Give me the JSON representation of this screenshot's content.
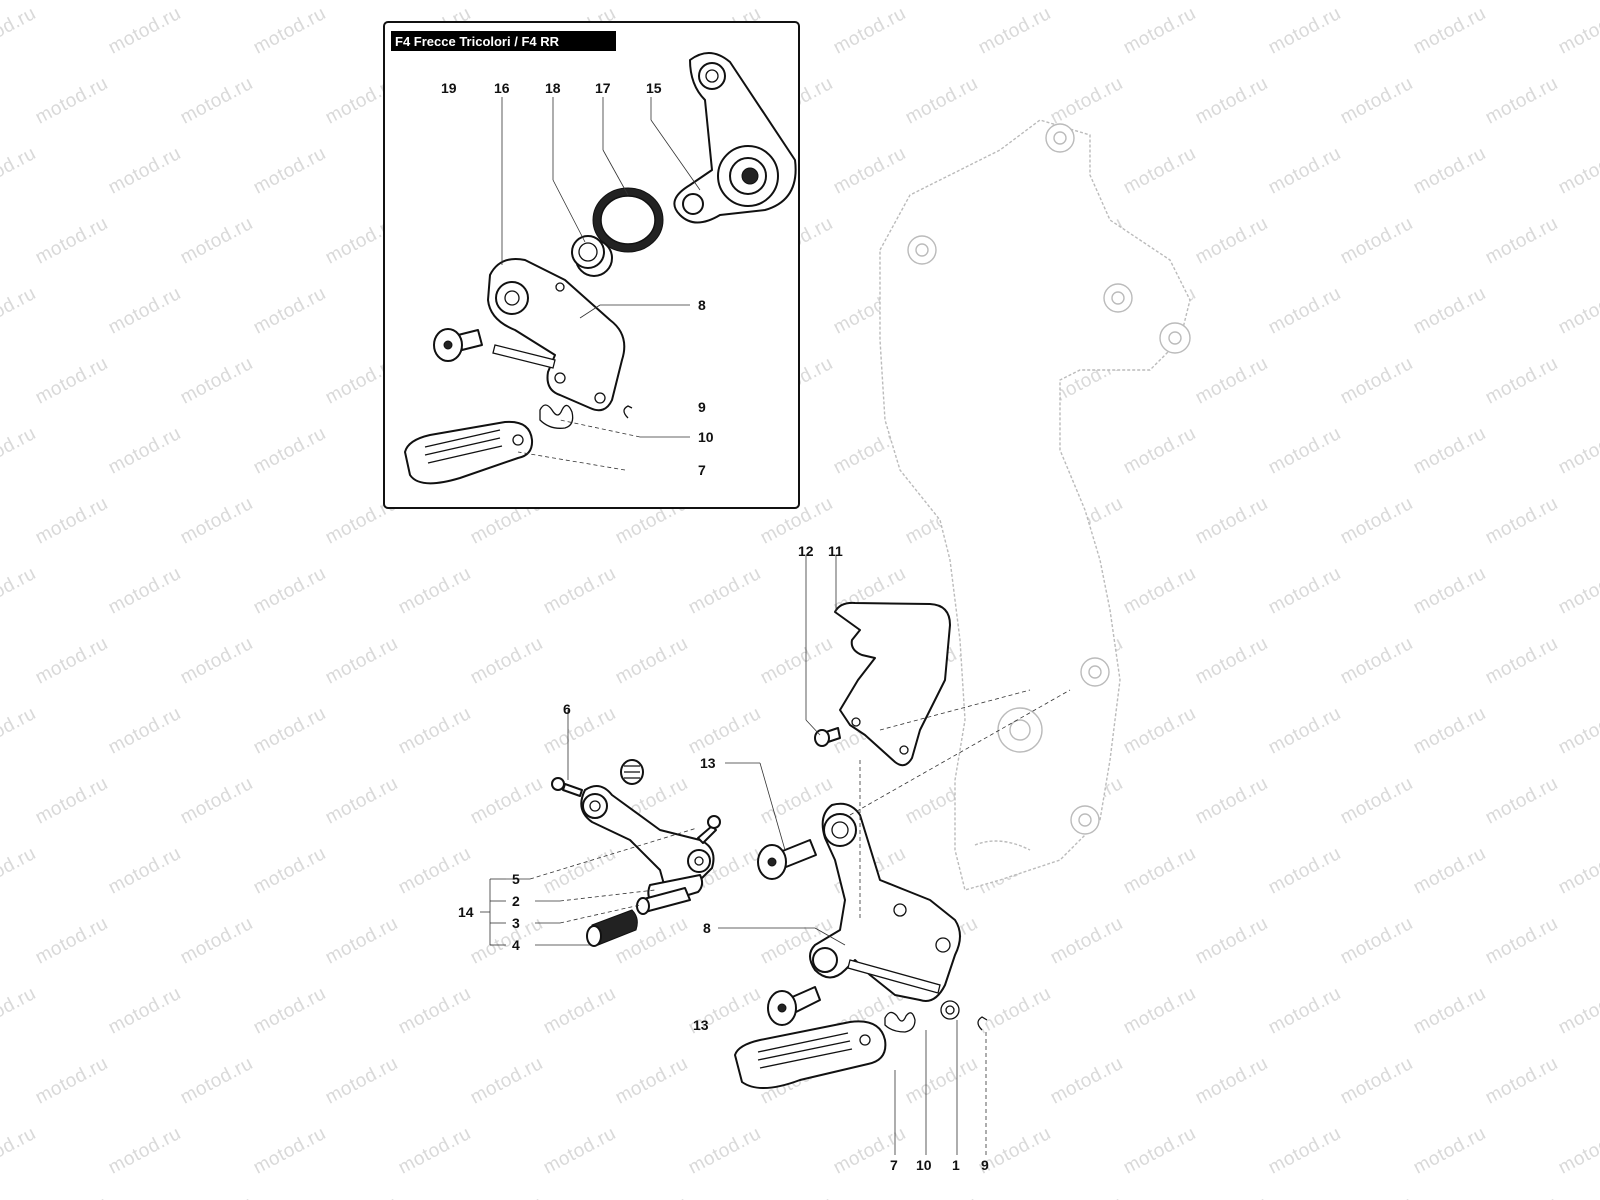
{
  "watermark": "motod.ru",
  "inset": {
    "title": "F4 Frecce Tricolori / F4 RR"
  },
  "callouts": {
    "inset_top": [
      "19",
      "16",
      "18",
      "17",
      "15"
    ],
    "inset_side": [
      "8",
      "9",
      "10",
      "7"
    ],
    "main_top": [
      "12",
      "11"
    ],
    "main_shift": [
      "6",
      "13",
      "5",
      "2",
      "14",
      "3",
      "4"
    ],
    "main_right": [
      "8",
      "13"
    ],
    "main_bottom": [
      "7",
      "10",
      "1",
      "9"
    ]
  },
  "colors": {
    "line": "#111111",
    "frame": "#bbbbbb",
    "watermark": "#d9d9d9",
    "title_bg": "#000000"
  }
}
